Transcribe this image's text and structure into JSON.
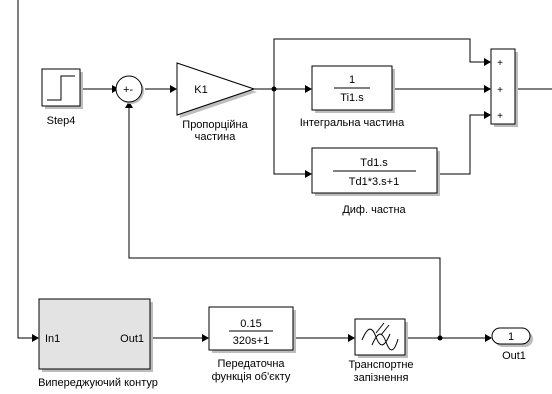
{
  "blocks": {
    "step": {
      "label": "Step4"
    },
    "sum1": {
      "signs": "+-"
    },
    "gain": {
      "text": "K1",
      "label_line1": "Пропорційна",
      "label_line2": "частина"
    },
    "integral": {
      "num": "1",
      "den": "Ti1.s",
      "label": "Інтегральна частина"
    },
    "derivative": {
      "num": "Td1.s",
      "den": "Td1*3.s+1",
      "label": "Диф. частна"
    },
    "sum2": {
      "signs": [
        "+",
        "+",
        "+"
      ]
    },
    "subsystem": {
      "in_port": "In1",
      "out_port": "Out1",
      "label": "Випереджуючий контур"
    },
    "transfer": {
      "num": "0.15",
      "den": "320s+1",
      "label_line1": "Передаточна",
      "label_line2": "функція об'єкту"
    },
    "delay": {
      "label_line1": "Транспортне",
      "label_line2": "запізнення"
    },
    "outport": {
      "number": "1",
      "label": "Out1"
    }
  }
}
